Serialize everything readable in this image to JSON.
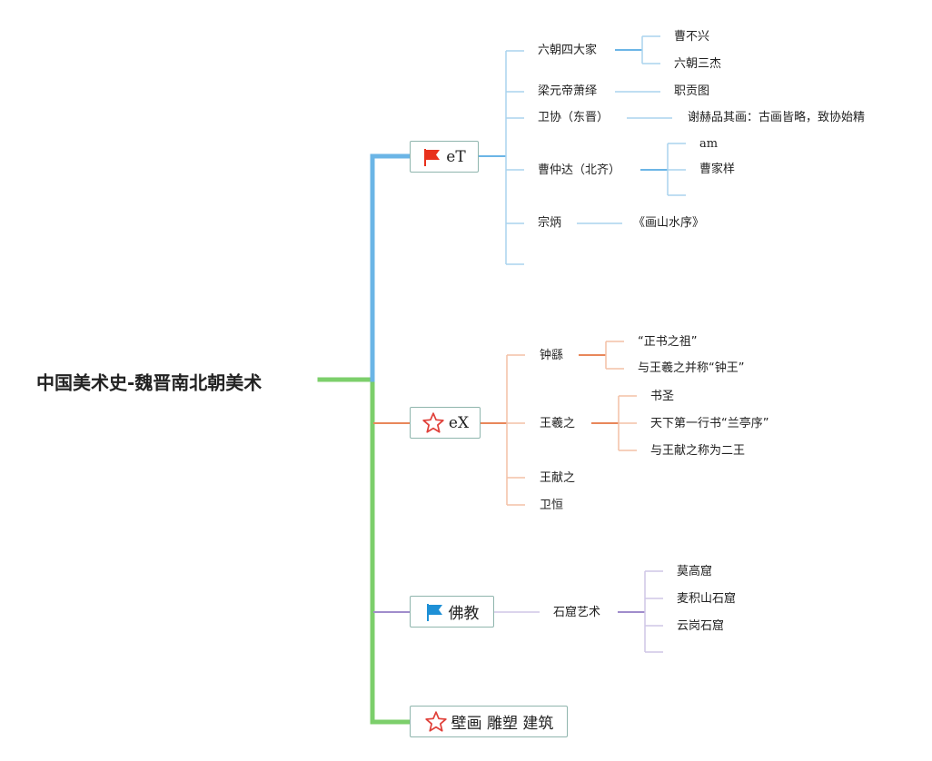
{
  "root": {
    "label": "中国美术史-魏晋南北朝美术"
  },
  "colors": {
    "blue": "#6bb5e6",
    "orange": "#e8875a",
    "purple": "#a08ccc",
    "green": "#7ccf6b"
  },
  "branches": [
    {
      "label": "eT",
      "icon": "red-flag-icon",
      "children": [
        {
          "label": "六朝四大家",
          "children": [
            "曹不兴",
            "六朝三杰"
          ]
        },
        {
          "label": "梁元帝萧绎",
          "children": [
            "职贡图"
          ]
        },
        {
          "label": "卫协（东晋）",
          "children": [
            "谢赫品其画：古画皆略，致协始精"
          ]
        },
        {
          "label": "曹仲达（北齐）",
          "children": [
            "am",
            "曹家样"
          ]
        },
        {
          "label": "宗炳",
          "children": [
            "《画山水序》"
          ]
        }
      ]
    },
    {
      "label": "eX",
      "icon": "star-icon",
      "children": [
        {
          "label": "钟繇",
          "children": [
            "“正书之祖”",
            "与王羲之并称“钟王”"
          ]
        },
        {
          "label": "王羲之",
          "children": [
            "书圣",
            "天下第一行书“兰亭序”",
            "与王献之称为二王"
          ]
        },
        {
          "label": "王献之"
        },
        {
          "label": "卫恒"
        }
      ]
    },
    {
      "label": "佛教",
      "icon": "blue-flag-icon",
      "children": [
        {
          "label": "石窟艺术",
          "children": [
            "莫高窟",
            "麦积山石窟",
            "云岗石窟"
          ]
        }
      ]
    },
    {
      "label": "壁画 雕塑 建筑",
      "icon": "star-icon"
    }
  ]
}
